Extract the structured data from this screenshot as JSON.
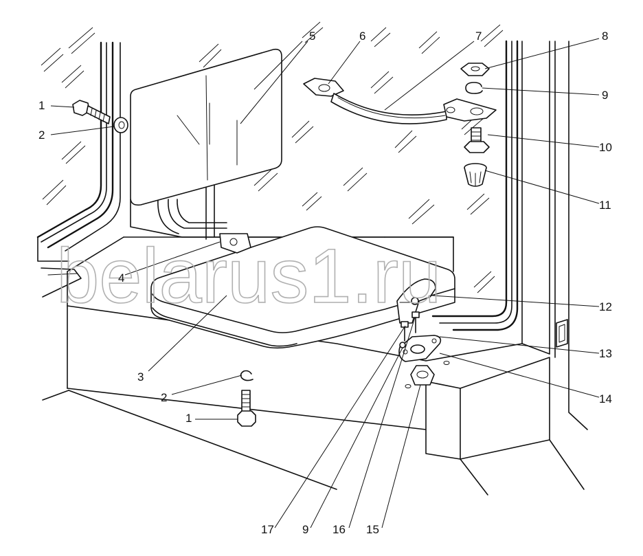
{
  "watermark": "belarus1.ru",
  "callouts": {
    "c1_top": "1",
    "c2_top": "2",
    "c5": "5",
    "c6": "6",
    "c7": "7",
    "c8": "8",
    "c9_right": "9",
    "c10": "10",
    "c11": "11",
    "c4": "4",
    "c12": "12",
    "c13": "13",
    "c14": "14",
    "c3": "3",
    "c2_bottom": "2",
    "c1_bottom": "1",
    "c17": "17",
    "c9_bottom": "9",
    "c16": "16",
    "c15": "15"
  },
  "parts": {
    "1": "bolt-icon",
    "2": "washer-icon",
    "3": "seat-cushion-icon",
    "4": "bracket-icon",
    "5": "seat-backrest-icon",
    "6": "strap-plate-icon",
    "7": "strap-icon",
    "8": "nut-icon",
    "9": "spring-washer-icon",
    "10": "stud-bolt-icon",
    "11": "rubber-buffer-icon",
    "12": "seat-frame-icon",
    "13": "mount-plate-icon",
    "14": "mount-base-icon",
    "15": "shock-absorber-icon",
    "16": "screw-icon",
    "17": "screw-icon"
  }
}
